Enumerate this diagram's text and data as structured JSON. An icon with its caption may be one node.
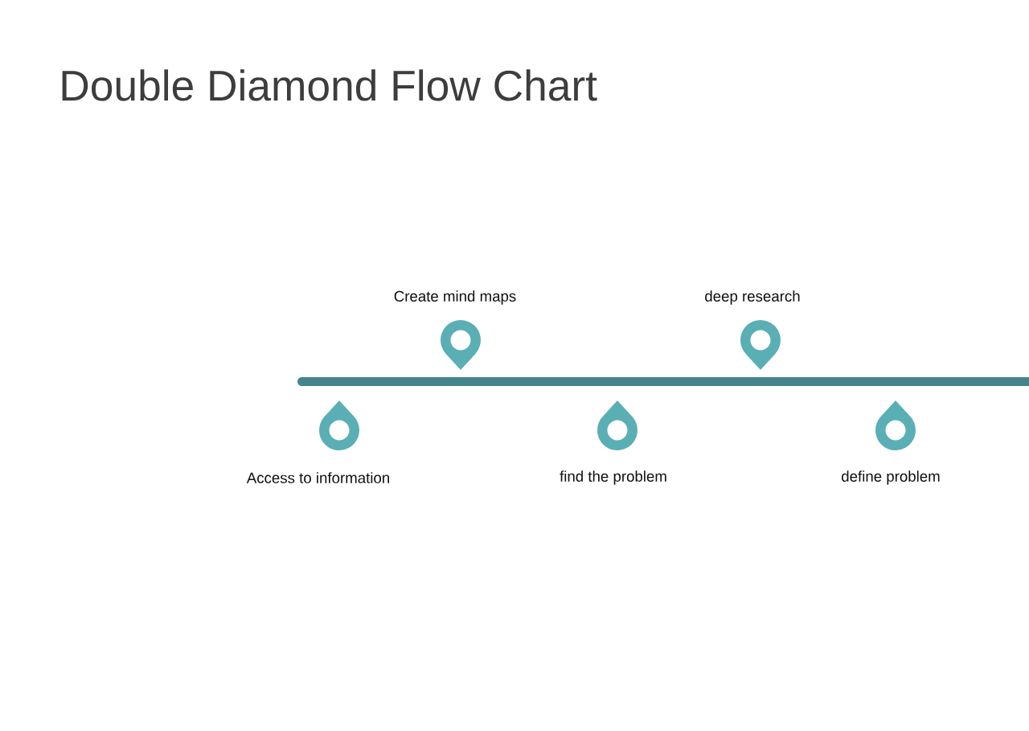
{
  "diagram": {
    "title": "Double Diamond Flow Chart",
    "nodes": [
      {
        "text": [],
        "shape": "pin",
        "beside": [
          "Access to information"
        ]
      },
      {
        "text": [],
        "shape": "pin",
        "beside": [
          "Create mind maps"
        ]
      },
      {
        "text": [],
        "shape": "pin",
        "beside": [
          "find the problem"
        ]
      },
      {
        "text": [],
        "shape": "pin",
        "beside": [
          "deep research"
        ]
      },
      {
        "text": [],
        "shape": "pin",
        "beside": [
          "define problem"
        ]
      }
    ]
  }
}
